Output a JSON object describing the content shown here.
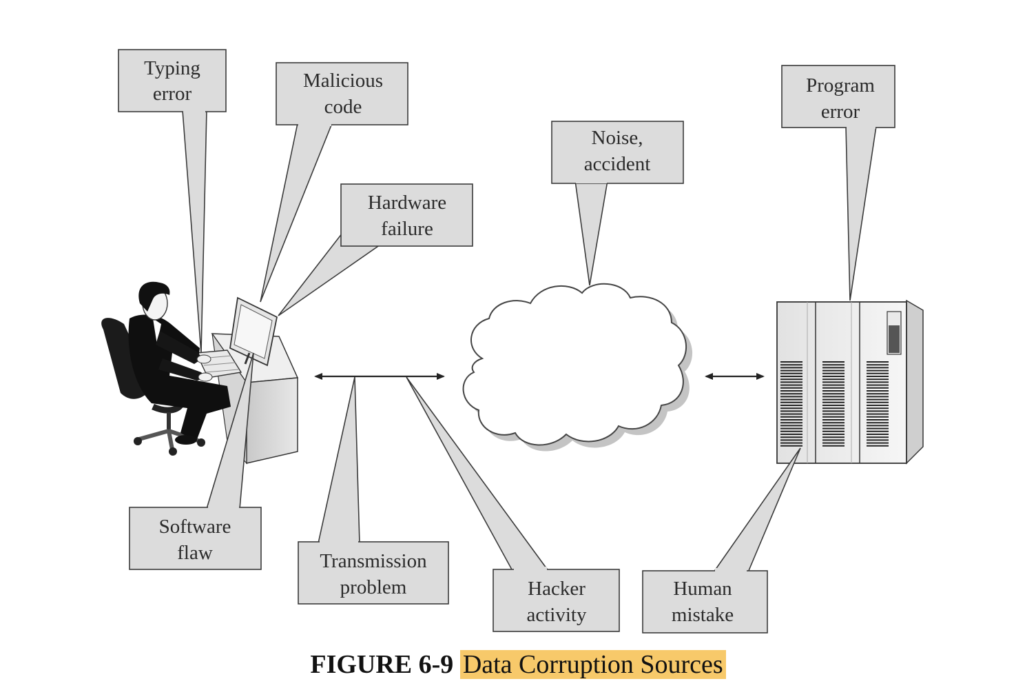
{
  "callouts": {
    "typing_error": [
      "Typing",
      "error"
    ],
    "malicious_code": [
      "Malicious",
      "code"
    ],
    "hardware_failure": [
      "Hardware",
      "failure"
    ],
    "noise_accident": [
      "Noise,",
      "accident"
    ],
    "program_error": [
      "Program",
      "error"
    ],
    "software_flaw": [
      "Software",
      "flaw"
    ],
    "transmission_problem": [
      "Transmission",
      "problem"
    ],
    "hacker_activity": [
      "Hacker",
      "activity"
    ],
    "human_mistake": [
      "Human",
      "mistake"
    ]
  },
  "caption": {
    "label": "FIGURE 6-9",
    "title": "Data Corruption Sources",
    "highlight_color": "#f7c96a"
  }
}
